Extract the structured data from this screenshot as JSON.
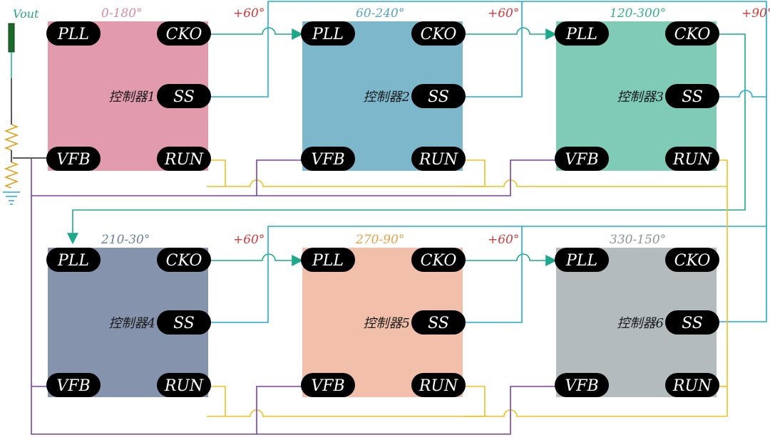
{
  "vout_label": "Vout",
  "pins": {
    "pll": "PLL",
    "cko": "CKO",
    "ss": "SS",
    "vfb": "VFB",
    "run": "RUN"
  },
  "controllers": [
    {
      "name": "控制器1",
      "phase": "0-180°",
      "phase_color": "#d98aa0",
      "fill": "#e29aad",
      "shift": "+60°"
    },
    {
      "name": "控制器2",
      "phase": "60-240°",
      "phase_color": "#5aa6c0",
      "fill": "#7db7cc",
      "shift": "+60°"
    },
    {
      "name": "控制器3",
      "phase": "120-300°",
      "phase_color": "#39b08c",
      "fill": "#7fcbb5",
      "shift": "+90°"
    },
    {
      "name": "控制器4",
      "phase": "210-30°",
      "phase_color": "#6d7f9c",
      "fill": "#8593ad",
      "shift": "+60°"
    },
    {
      "name": "控制器5",
      "phase": "270-90°",
      "phase_color": "#e8a14a",
      "fill": "#f2bfaa",
      "shift": "+60°"
    },
    {
      "name": "控制器6",
      "phase": "330-150°",
      "phase_color": "#8a9496",
      "fill": "#b3bbbc",
      "shift": ""
    }
  ],
  "colors": {
    "clock": "#1ea88a",
    "ss": "#22aadd",
    "run": "#f0c020",
    "vfb": "#7a3fa8",
    "pin_bg": "#000000"
  }
}
